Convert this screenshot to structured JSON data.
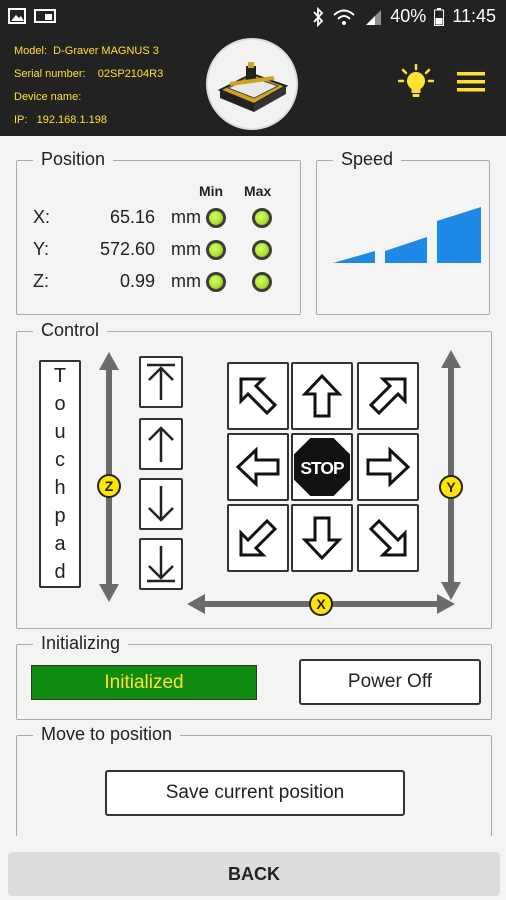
{
  "statusbar": {
    "battery": "40%",
    "time": "11:45"
  },
  "device": {
    "model_label": "Model:",
    "model": "D-Graver MAGNUS 3",
    "serial_label": "Serial number:",
    "serial": "02SP2104R3",
    "name_label": "Device name:",
    "name": "",
    "ip_label": "IP:",
    "ip": "192.168.1.198"
  },
  "position": {
    "title": "Position",
    "min_label": "Min",
    "max_label": "Max",
    "rows": [
      {
        "axis": "X:",
        "value": "65.16",
        "unit": "mm"
      },
      {
        "axis": "Y:",
        "value": "572.60",
        "unit": "mm"
      },
      {
        "axis": "Z:",
        "value": "0.99",
        "unit": "mm"
      }
    ]
  },
  "speed": {
    "title": "Speed",
    "level": 3,
    "levels": 3
  },
  "control": {
    "title": "Control",
    "touchpad_letters": [
      "T",
      "o",
      "u",
      "c",
      "h",
      "p",
      "a",
      "d"
    ],
    "z_label": "Z",
    "y_label": "Y",
    "x_label": "X",
    "stop_label": "STOP"
  },
  "initializing": {
    "title": "Initializing",
    "status": "Initialized",
    "power_off": "Power Off"
  },
  "move": {
    "title": "Move to position",
    "save": "Save current position"
  },
  "back": "BACK",
  "colors": {
    "header_bg": "#222222",
    "accent": "#ffe033",
    "speed": "#1e88e5",
    "init_green": "#118a10",
    "led": "#a9e534"
  }
}
